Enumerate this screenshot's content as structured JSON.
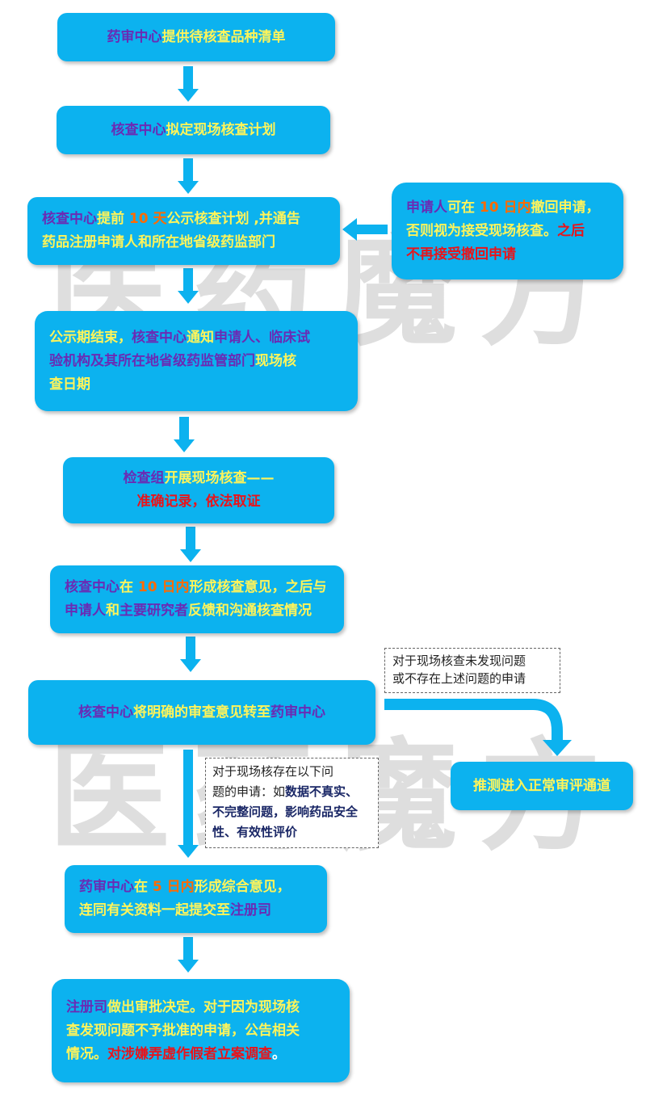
{
  "watermark": {
    "text": "医药魔方"
  },
  "steps": {
    "s1": {
      "a": "药审中心",
      "b": "提供待核查品种清单"
    },
    "s2": {
      "a": "核查中心",
      "b": "拟定现场核查计划"
    },
    "s3": {
      "a": "核查中心",
      "b": "提前 ",
      "c": "10 天",
      "d": "公示核查计划 ,并通告",
      "e": "药品注册申请人和所在地省级药监部门"
    },
    "s4": {
      "a": "公示期结束，",
      "b": "核查中心",
      "c": "通知",
      "d": "申请人、临床试",
      "e": "验机构及其所在地省级药监管部门",
      "f": "现场核",
      "g": "查日期"
    },
    "s5": {
      "a": "检查组",
      "b": "开展现场核查——",
      "c": "准确记录，依法取证"
    },
    "s6": {
      "a": "核查中心",
      "b": "在 ",
      "c": "10 日内",
      "d": "形成核查意见，之后与",
      "e": "申请人",
      "f": "和",
      "g": "主要研究者",
      "h": "反馈和沟通核查情况"
    },
    "s7": {
      "a": "核查中心",
      "b": "将明确的审查意见转至",
      "c": "药审中心"
    },
    "s8": {
      "a": "药审中心",
      "b": "在 ",
      "c": "5 日内",
      "d": "形成综合意见，",
      "e": "连同有关资料一起提交至",
      "f": "注册司"
    },
    "s9": {
      "a": "注册司",
      "b": "做出审批决定。对于因为现场核",
      "c": "查发现问题不予批准的申请，公告相关",
      "d": "情况。",
      "e": "对涉嫌弄虚作假者立案调查",
      "f": "。"
    }
  },
  "side": {
    "withdraw": {
      "a": "申请人",
      "b": "可在 ",
      "c": "10 日内",
      "d": "撤回申请，",
      "e": "否则视为接受现场核查。",
      "f": "之后",
      "g": "不再接受撤回申请"
    },
    "normal": {
      "label": "推测进入正常审评通道"
    }
  },
  "notes": {
    "no_issue": {
      "line1": "对于现场核查未发现问题",
      "line2": "或不存在上述问题的申请"
    },
    "issue": {
      "a": "对于现场核存在以下问",
      "b": "题的申请：如",
      "c": "数据不真实、",
      "d": "不完整问题，影响药品安全",
      "e": "性、有效性评价"
    }
  },
  "colors": {
    "box": "#0cb2ef",
    "arrow": "#0cb2ef",
    "text_yellow": "#fff45a",
    "text_purple": "#6a2bb4",
    "text_orange": "#ff6a00",
    "text_red": "#e8141b"
  }
}
